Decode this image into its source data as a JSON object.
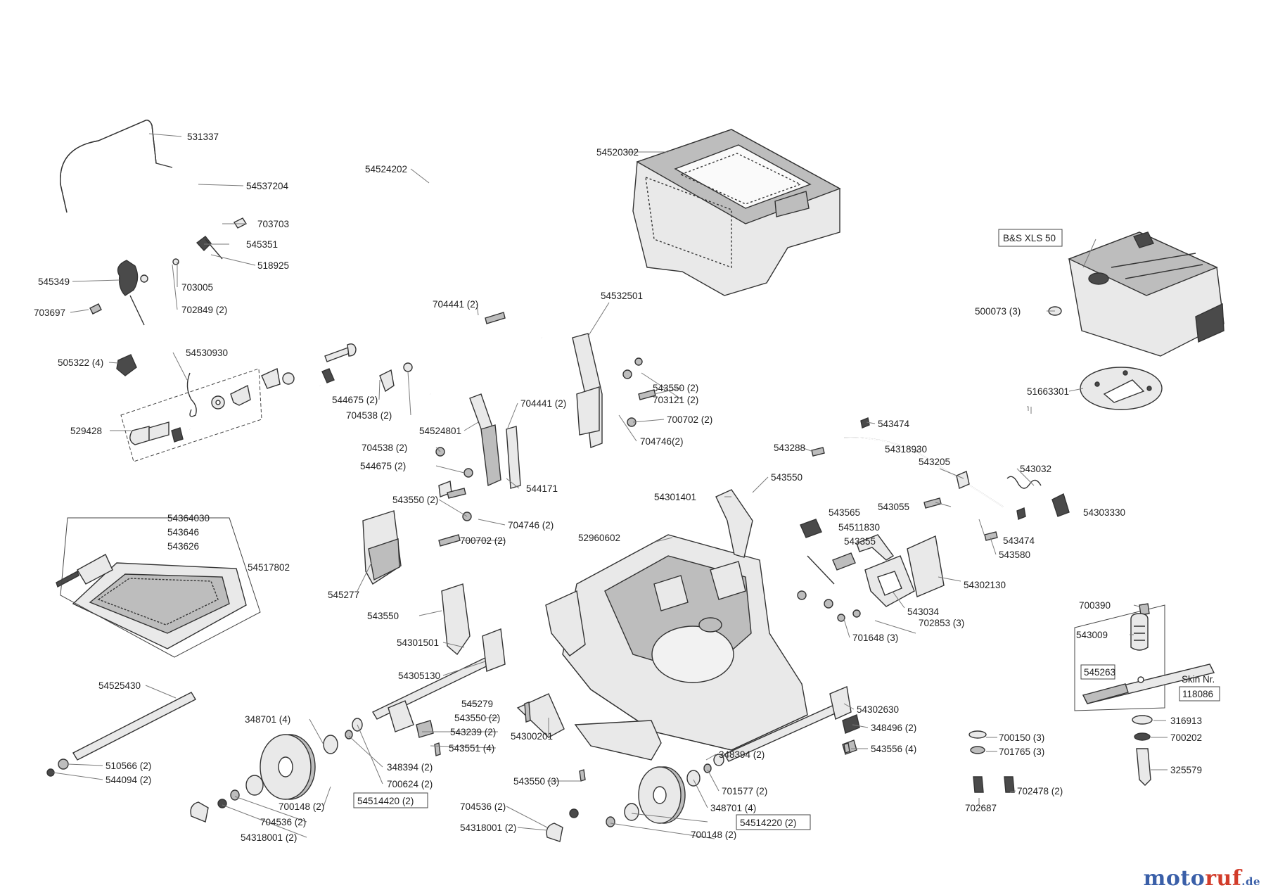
{
  "title": "",
  "watermark": {
    "brand_a": "moto",
    "brand_b": "ruf",
    "brand_c": ".de"
  },
  "colors": {
    "line": "#333333",
    "leader": "#7a7a7a",
    "part_fill": "#e9e9e9",
    "part_shade": "#bdbdbd",
    "part_dark": "#4a4a4a",
    "watermark_blue": "#3a5fa8",
    "watermark_red": "#d23c2a"
  },
  "labels": [
    "531337",
    "54537204",
    "703703",
    "545351",
    "518925",
    "545349",
    "703005",
    "702849 (2)",
    "703697",
    "505322 (4)",
    "54530930",
    "529428",
    "54524202",
    "704441 (2)",
    "544675 (2)",
    "704538 (2)",
    "54524801",
    "704441 (2)",
    "704538 (2)",
    "544675 (2)",
    "543550 (2)",
    "544171",
    "704746 (2)",
    "700702 (2)",
    "54520302",
    "54532501",
    "543550 (2)",
    "703121 (2)",
    "700702 (2)",
    "704746(2)",
    "B&S XLS 50",
    "500073 (3)",
    "51663301",
    "543474",
    "543288",
    "54318930",
    "543205",
    "543032",
    "543550",
    "54301401",
    "543055",
    "54303330",
    "543565",
    "54511830",
    "543355",
    "543474",
    "543580",
    "54302130",
    "543034",
    "702853 (3)",
    "701648 (3)",
    "54364030",
    "543646",
    "543626",
    "54517802",
    "52960602",
    "545277",
    "543550",
    "54301501",
    "54305130",
    "545279",
    "543550 (2)",
    "543239 (2)",
    "543551 (4)",
    "54300201",
    "54525430",
    "510566 (2)",
    "544094 (2)",
    "348701 (4)",
    "348394 (2)",
    "700624 (2)",
    "54514420 (2)",
    "700148 (2)",
    "704536 (2)",
    "54318001 (2)",
    "543550 (3)",
    "704536 (2)",
    "54318001 (2)",
    "54302630",
    "348496 (2)",
    "543556 (4)",
    "348394 (2)",
    "701577 (2)",
    "348701 (4)",
    "700148 (2)",
    "54514220 (2)",
    "700150 (3)",
    "701765 (3)",
    "702478 (2)",
    "702687",
    "700390",
    "543009",
    "545263",
    "Skin Nr.",
    "118086",
    "316913",
    "700202",
    "325579"
  ]
}
